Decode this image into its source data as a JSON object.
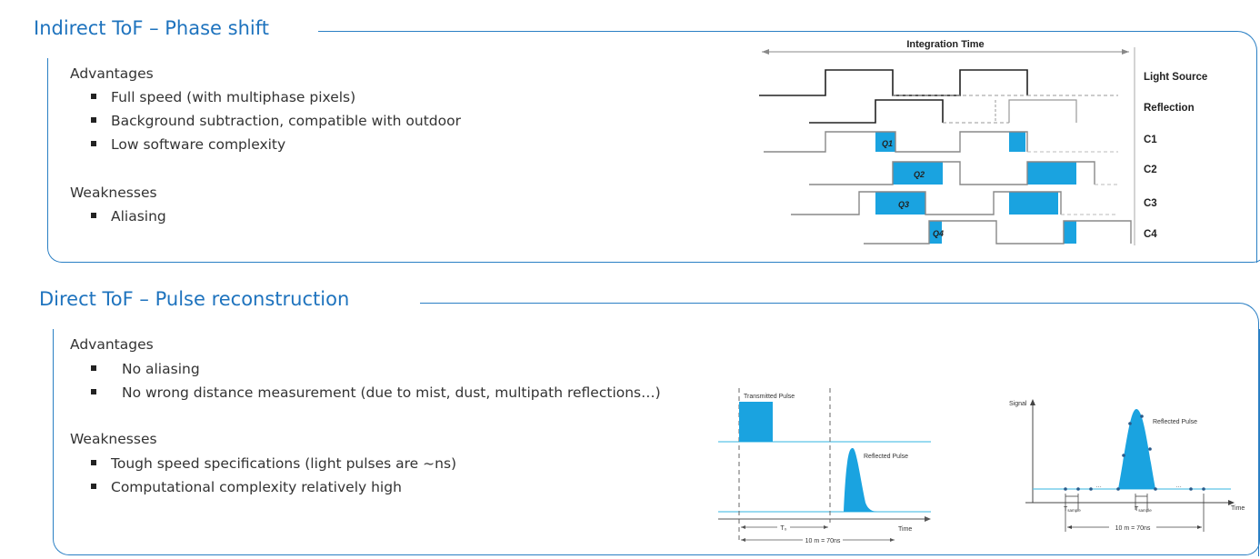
{
  "section1": {
    "title": "Indirect ToF – Phase shift",
    "advantages_heading": "Advantages",
    "advantages": [
      "Full speed (with multiphase pixels)",
      "Background subtraction, compatible with outdoor",
      "Low software complexity"
    ],
    "weaknesses_heading": "Weaknesses",
    "weaknesses": [
      "Aliasing"
    ],
    "diagram": {
      "integration_label": "Integration Time",
      "rows": [
        "Light Source",
        "Reflection",
        "C1",
        "C2",
        "C3",
        "C4"
      ],
      "charges": [
        "Q1",
        "Q2",
        "Q3",
        "Q4"
      ]
    }
  },
  "section2": {
    "title": "Direct ToF – Pulse reconstruction",
    "advantages_heading": "Advantages",
    "advantages": [
      "No aliasing",
      "No wrong distance measurement  (due to mist, dust, multipath reflections…)"
    ],
    "weaknesses_heading": "Weaknesses",
    "weaknesses": [
      "Tough speed specifications (light pulses are ~ns)",
      "Computational complexity relatively high"
    ],
    "diagram_left": {
      "transmitted_label": "Transmitted Pulse",
      "reflected_label": "Reflected Pulse",
      "time_label": "Time",
      "delay_label": "T₀",
      "range_label": "10 m = 70ns"
    },
    "diagram_right": {
      "signal_label": "Signal",
      "reflected_label": "Reflected Pulse",
      "time_label": "Time",
      "tsample_label": "T",
      "tsample_sub": "sample",
      "range_label": "10 m = 70ns",
      "dots_label": "…"
    }
  },
  "colors": {
    "accent": "#1e73be",
    "pulse": "#1aa3e0",
    "line": "#555555"
  }
}
